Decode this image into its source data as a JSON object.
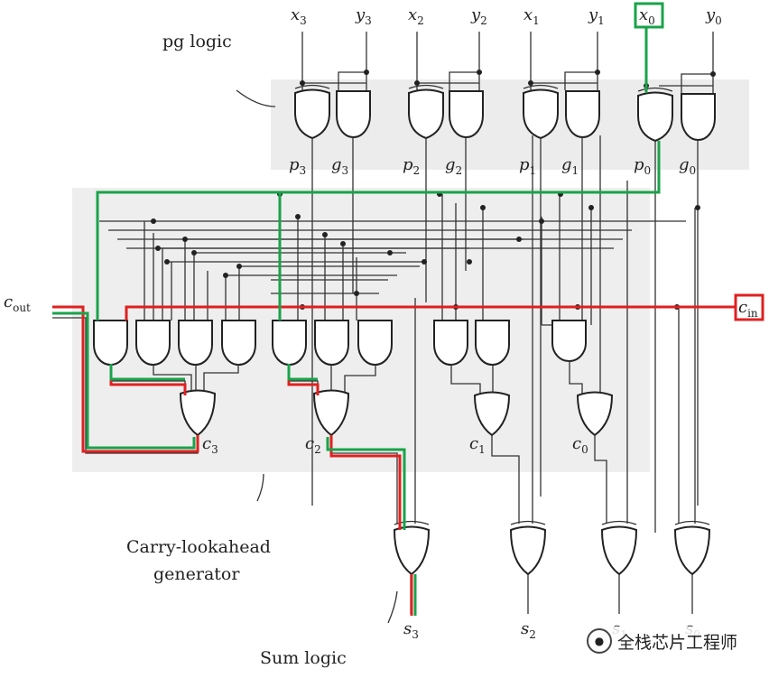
{
  "inputs": [
    {
      "base": "x",
      "sub": "3"
    },
    {
      "base": "y",
      "sub": "3"
    },
    {
      "base": "x",
      "sub": "2"
    },
    {
      "base": "y",
      "sub": "2"
    },
    {
      "base": "x",
      "sub": "1"
    },
    {
      "base": "y",
      "sub": "1"
    },
    {
      "base": "x",
      "sub": "0"
    },
    {
      "base": "y",
      "sub": "0"
    }
  ],
  "pg_outputs": [
    {
      "base": "p",
      "sub": "3"
    },
    {
      "base": "g",
      "sub": "3"
    },
    {
      "base": "p",
      "sub": "2"
    },
    {
      "base": "g",
      "sub": "2"
    },
    {
      "base": "p",
      "sub": "1"
    },
    {
      "base": "g",
      "sub": "1"
    },
    {
      "base": "p",
      "sub": "0"
    },
    {
      "base": "g",
      "sub": "0"
    }
  ],
  "carries": [
    {
      "base": "c",
      "sub": "3"
    },
    {
      "base": "c",
      "sub": "2"
    },
    {
      "base": "c",
      "sub": "1"
    },
    {
      "base": "c",
      "sub": "0"
    }
  ],
  "sums": [
    {
      "base": "s",
      "sub": "3"
    },
    {
      "base": "s",
      "sub": "2"
    },
    {
      "base": "s",
      "sub": "1"
    },
    {
      "base": "s",
      "sub": "0"
    }
  ],
  "cin": {
    "base": "c",
    "sub": "in"
  },
  "cout": {
    "base": "c",
    "sub": "out"
  },
  "section_labels": {
    "pg_logic": "pg logic",
    "carry_lookahead": "Carry-lookahead",
    "generator": "generator",
    "sum_logic": "Sum logic"
  },
  "watermark": {
    "text": "全栈芯片工程师",
    "icon": "wechat-icon"
  },
  "colors": {
    "green_path": "#1aa34a",
    "red_path": "#e02020",
    "wire": "#333333",
    "panel": "#eeeeee"
  }
}
